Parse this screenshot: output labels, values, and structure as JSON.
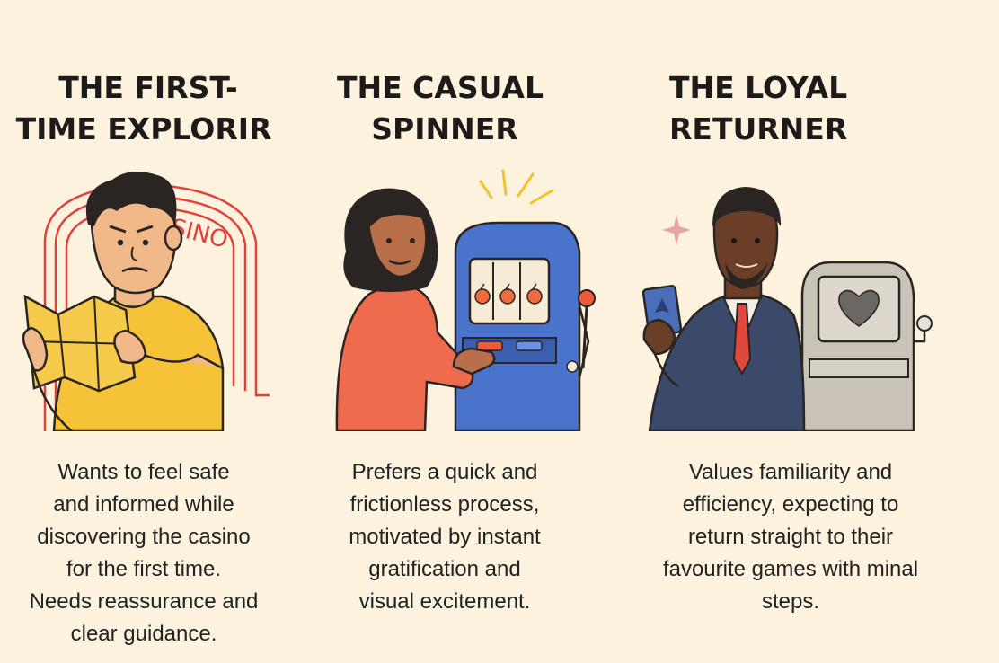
{
  "personas": [
    {
      "title_lines": [
        "THE  FIRST-",
        "TIME EXPLORIR"
      ],
      "sign_text": "SINO",
      "description_lines": [
        "Wants to feel safe",
        "and informed while",
        "discovering the casino",
        "for the first time.",
        "Needs reassurance and",
        "clear guidance."
      ]
    },
    {
      "title_lines": [
        "THE   CASUAL",
        "SPINNER"
      ],
      "description_lines": [
        "Prefers a quick and",
        "frictionless process,",
        "motivated by instant",
        "gratification and",
        "visual excitement."
      ]
    },
    {
      "title_lines": [
        "THE LOYAL",
        "RETURNER"
      ],
      "description_lines": [
        "Values familiarity and",
        "efficiency, expecting to",
        "return straight to their",
        "favourite games with minal",
        "steps."
      ]
    }
  ],
  "colors": {
    "background": "#fcf2dd",
    "outline": "#2a2523",
    "arch_red": "#e0423a",
    "shirt_yellow": "#f5c238",
    "map_yellow": "#f6ca4a",
    "shirt_coral": "#ee6c4d",
    "machine_blue": "#4a74cc",
    "suit_navy": "#3b4a6b",
    "tie_red": "#e0483c",
    "machine_gray": "#c9c3b8",
    "heart_gray": "#6b6762",
    "sparkle_pink": "#e6a6a1",
    "burst_yellow": "#f2c12e"
  },
  "icons": [
    "casino-arch-illustration",
    "folded-map-illustration",
    "slot-machine-illustration",
    "playing-card-illustration",
    "heart-icon",
    "sparkle-icon"
  ]
}
